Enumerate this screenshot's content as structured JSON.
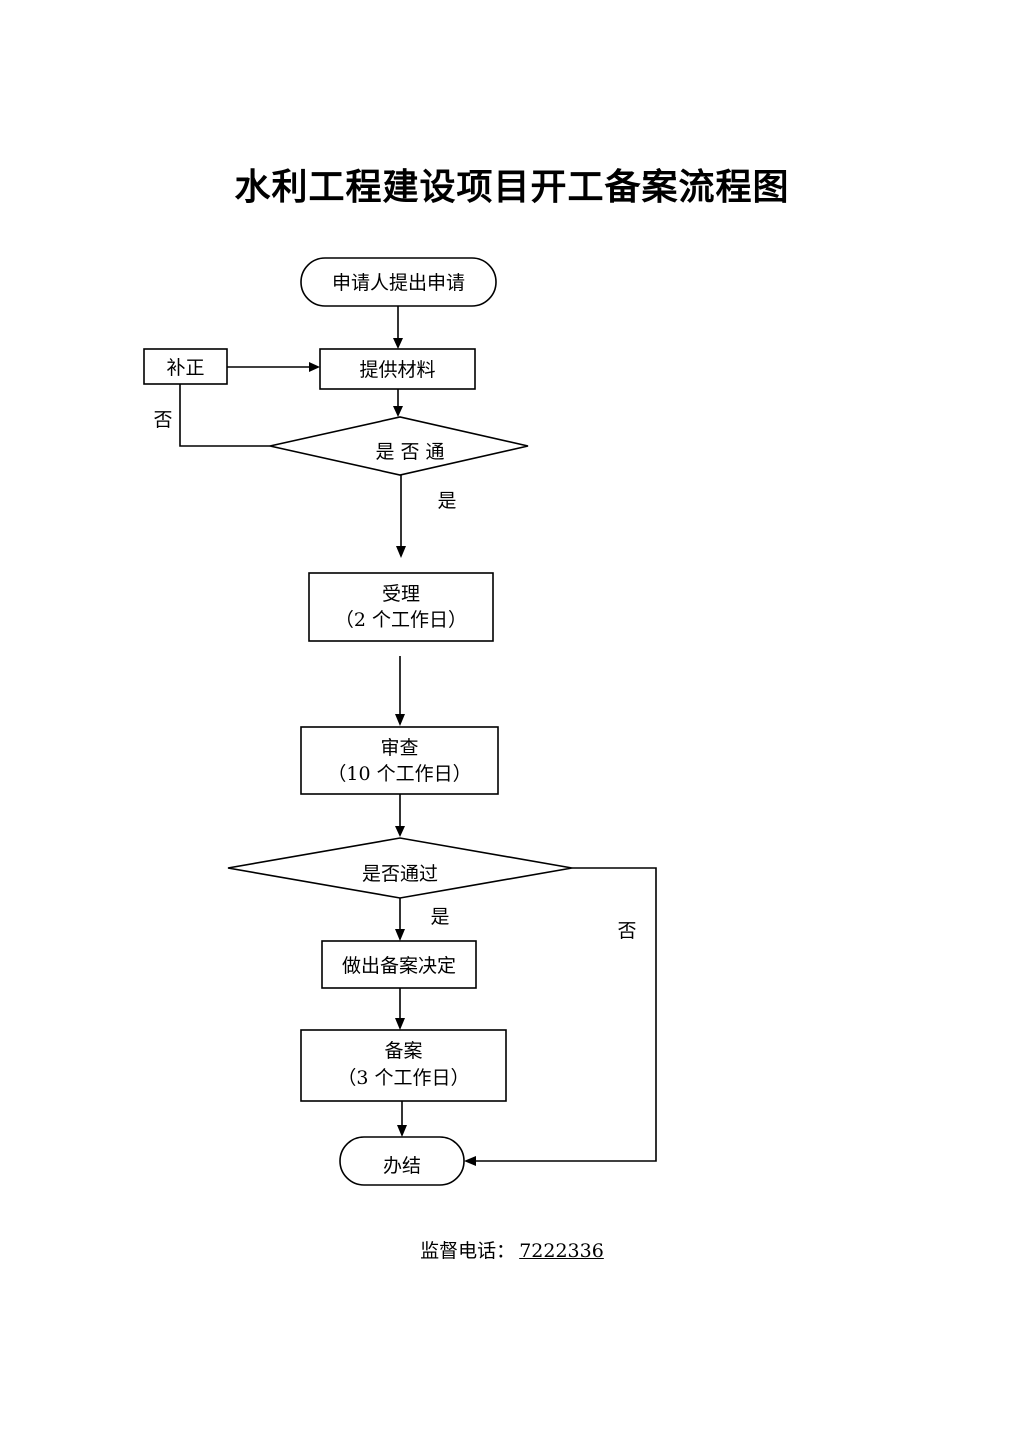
{
  "title": "水利工程建设项目开工备案流程图",
  "nodes": {
    "start": "申请人提出申请",
    "provide": "提供材料",
    "correct": "补正",
    "check1": "是 否 通",
    "accept": "受理",
    "accept_time": "（2 个工作日）",
    "review": "审查",
    "review_time": "（10 个工作日）",
    "check2": "是否通过",
    "decide": "做出备案决定",
    "file": "备案",
    "file_time": "（3 个工作日）",
    "end": "办结"
  },
  "edge_labels": {
    "no1": "否",
    "yes1": "是",
    "yes2": "是",
    "no2": "否"
  },
  "footer": {
    "label": "监督电话：",
    "phone": "7222336"
  }
}
